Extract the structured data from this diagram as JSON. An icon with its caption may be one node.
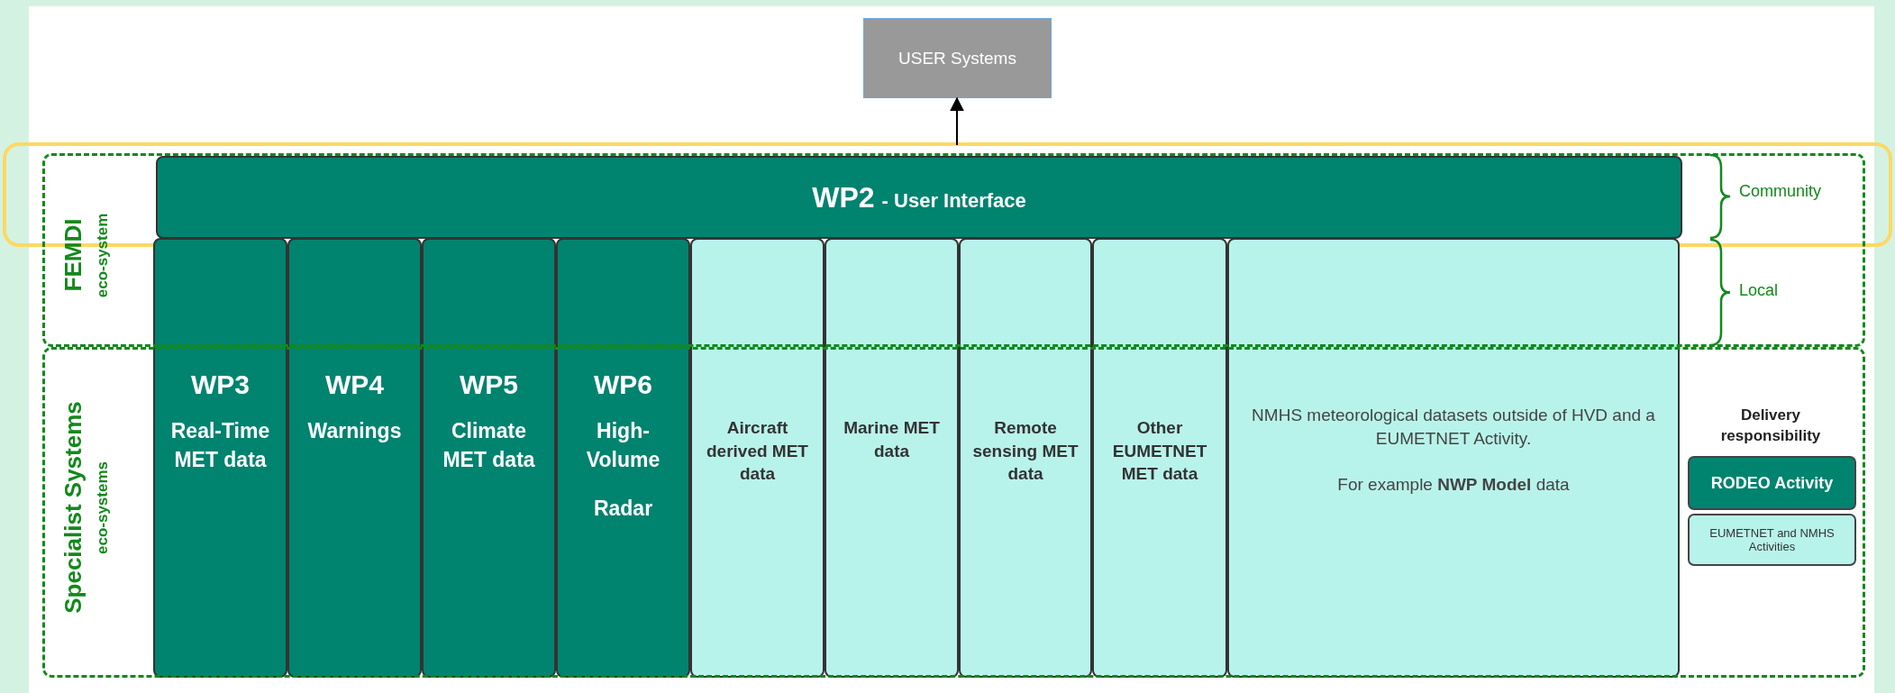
{
  "diagram": {
    "nodes": [
      {
        "text": [
          "USER Systems"
        ]
      },
      {
        "text": [
          "FEMDI",
          "eco-system"
        ]
      },
      {
        "text": [
          "WP2",
          "- User Interface"
        ],
        "in": 1
      },
      {
        "text": [
          "Specialist Systems",
          "eco-systems"
        ]
      },
      {
        "text": [
          "WP3",
          "Real-Time MET data"
        ]
      },
      {
        "text": [
          "WP4",
          "Warnings"
        ]
      },
      {
        "text": [
          "WP5",
          "Climate MET data"
        ]
      },
      {
        "text": [
          "WP6",
          "High-Volume",
          "Radar"
        ]
      },
      {
        "text": [
          "Aircraft derived MET data"
        ]
      },
      {
        "text": [
          "Marine MET data"
        ]
      },
      {
        "text": [
          "Remote sensing MET data"
        ]
      },
      {
        "text": [
          "Other EUMETNET MET data"
        ]
      },
      {
        "text": [
          "NMHS meteorological datasets outside of HVD and a EUMETNET Activity.",
          "For example **NWP Model** data"
        ]
      }
    ],
    "edges": [
      {
        "from": 2,
        "to": 0,
        "arrow": "to"
      }
    ],
    "labels": [
      "Community",
      "Local",
      "Delivery responsibility"
    ],
    "legend": [
      {
        "text": "RODEO Activity",
        "color": "#00836f"
      },
      {
        "text": "EUMETNET and NMHS Activities",
        "color": "#b8f3eb"
      }
    ]
  }
}
